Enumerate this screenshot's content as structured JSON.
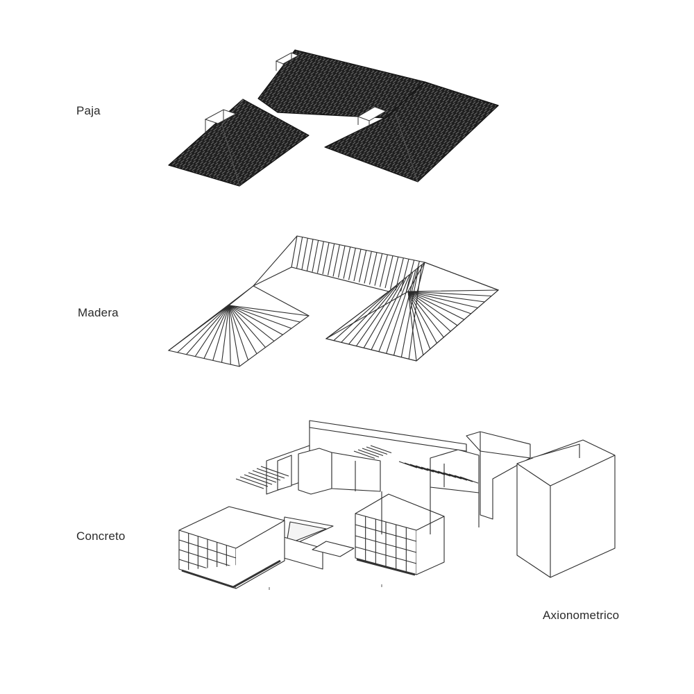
{
  "layers": [
    {
      "key": "paja",
      "label": "Paja"
    },
    {
      "key": "madera",
      "label": "Madera"
    },
    {
      "key": "concreto",
      "label": "Concreto"
    }
  ],
  "view_label": "Axionometrico",
  "colors": {
    "thatch": "#1e1e1e",
    "line": "#2b2b2b",
    "background": "#ffffff"
  }
}
